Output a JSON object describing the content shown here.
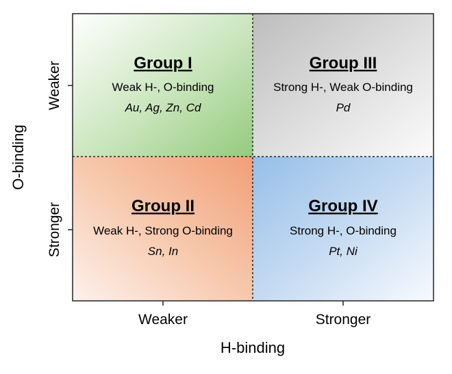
{
  "x_axis": {
    "label": "H-binding",
    "ticks": [
      "Weaker",
      "Stronger"
    ]
  },
  "y_axis": {
    "label": "O-binding",
    "ticks": [
      "Weaker",
      "Stronger"
    ]
  },
  "quadrants": [
    {
      "title": "Group I",
      "description": "Weak H-, O-binding",
      "elements": "Au, Ag, Zn, Cd",
      "color": "#9ccf86"
    },
    {
      "title": "Group III",
      "description": "Strong H-, Weak O-binding",
      "elements": "Pd",
      "color": "#c6c6c6"
    },
    {
      "title": "Group II",
      "description": "Weak H-, Strong O-binding",
      "elements": "Sn, In",
      "color": "#f3a47e"
    },
    {
      "title": "Group IV",
      "description": "Strong H-, O-binding",
      "elements": "Pt, Ni",
      "color": "#9dc3e8"
    }
  ]
}
